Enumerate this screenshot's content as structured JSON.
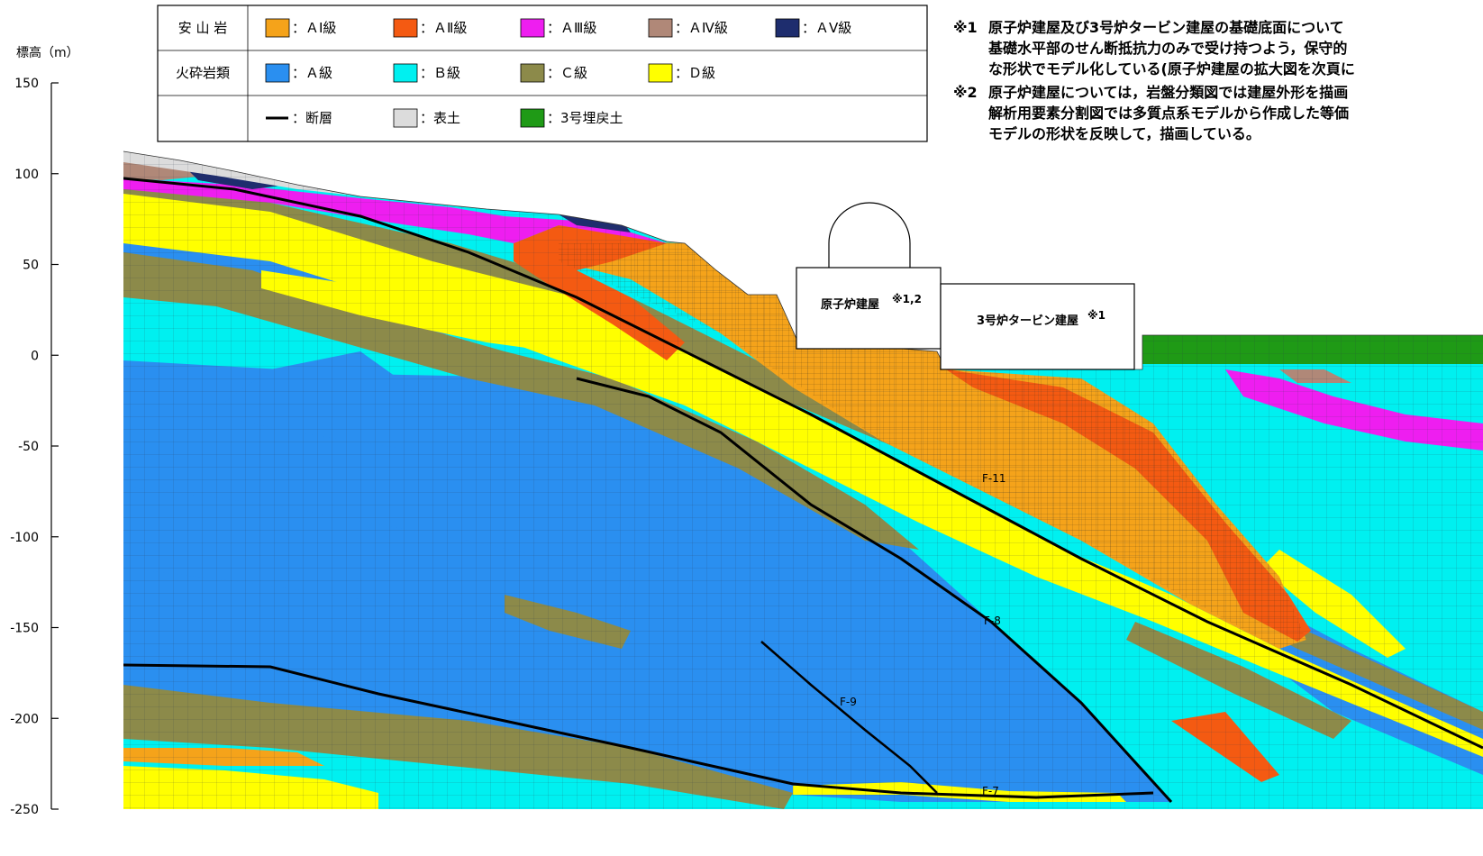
{
  "axis": {
    "label": "標高（m）",
    "ticks": [
      {
        "value": 150,
        "label": "150"
      },
      {
        "value": 100,
        "label": "100"
      },
      {
        "value": 50,
        "label": "50"
      },
      {
        "value": 0,
        "label": "0"
      },
      {
        "value": -50,
        "label": "-50"
      },
      {
        "value": -100,
        "label": "-100"
      },
      {
        "value": -150,
        "label": "-150"
      },
      {
        "value": -200,
        "label": "-200"
      },
      {
        "value": -250,
        "label": "-250"
      }
    ]
  },
  "legend": {
    "rows": [
      {
        "category": "安 山 岩",
        "items": [
          {
            "key": "andesite-a1",
            "label": "：ＡⅠ級",
            "color": "#f5a31a"
          },
          {
            "key": "andesite-a2",
            "label": "：ＡⅡ級",
            "color": "#f45a12"
          },
          {
            "key": "andesite-a3",
            "label": "：ＡⅢ級",
            "color": "#ee1ef0"
          },
          {
            "key": "andesite-a4",
            "label": "：ＡⅣ級",
            "color": "#b08878"
          },
          {
            "key": "andesite-a5",
            "label": "：ＡⅤ級",
            "color": "#1e2d6e"
          }
        ]
      },
      {
        "category": "火砕岩類",
        "items": [
          {
            "key": "pyro-a",
            "label": "：Ａ級",
            "color": "#2a8ff0"
          },
          {
            "key": "pyro-b",
            "label": "：Ｂ級",
            "color": "#00f0f0"
          },
          {
            "key": "pyro-c",
            "label": "：Ｃ級",
            "color": "#8c8a4a"
          },
          {
            "key": "pyro-d",
            "label": "：Ｄ級",
            "color": "#ffff00"
          }
        ]
      },
      {
        "category": "",
        "items": [
          {
            "key": "fault",
            "label": "：断層",
            "color": "#000000",
            "line": true
          },
          {
            "key": "topsoil",
            "label": "：表土",
            "color": "#dcdcdc"
          },
          {
            "key": "backfill",
            "label": "：3号埋戻土",
            "color": "#1f9a16"
          }
        ]
      }
    ]
  },
  "notes": [
    {
      "mark": "※1",
      "lines": [
        "原子炉建屋及び3号炉タービン建屋の基礎底面について",
        "基礎水平部のせん断抵抗力のみで受け持つよう，保守的",
        "な形状でモデル化している(原子炉建屋の拡大図を次頁に"
      ]
    },
    {
      "mark": "※2",
      "lines": [
        "原子炉建屋については，岩盤分類図では建屋外形を描画",
        "解析用要素分割図では多質点系モデルから作成した等価",
        "モデルの形状を反映して，描画している。"
      ]
    }
  ],
  "buildings": [
    {
      "key": "reactor",
      "label": "原子炉建屋",
      "sup": "※1,2"
    },
    {
      "key": "turbine",
      "label": "3号炉タービン建屋",
      "sup": "※1"
    }
  ],
  "faults": [
    {
      "key": "f11",
      "label": "F-11"
    },
    {
      "key": "f8",
      "label": "F-8"
    },
    {
      "key": "f9",
      "label": "F-9"
    },
    {
      "key": "f7",
      "label": "F-7"
    }
  ]
}
